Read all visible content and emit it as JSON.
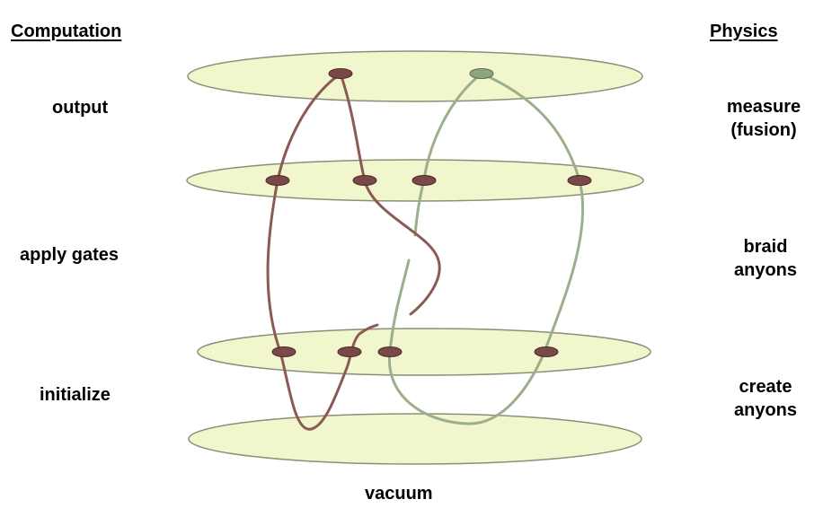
{
  "header": {
    "left": "Computation",
    "right": "Physics"
  },
  "stages": [
    {
      "computation": "output",
      "physics_line1": "measure",
      "physics_line2": "(fusion)"
    },
    {
      "computation": "apply gates",
      "physics_line1": "braid",
      "physics_line2": "anyons"
    },
    {
      "computation": "initialize",
      "physics_line1": "create",
      "physics_line2": "anyons"
    }
  ],
  "base_label": "vacuum",
  "colors": {
    "plane_fill": "#f1f6cd",
    "plane_stroke": "#8a8f78",
    "anyon_red": "#7a4848",
    "anyon_green": "#8ea67e",
    "worldline_red": "#8b5a55",
    "worldline_green": "#9caf8c"
  }
}
